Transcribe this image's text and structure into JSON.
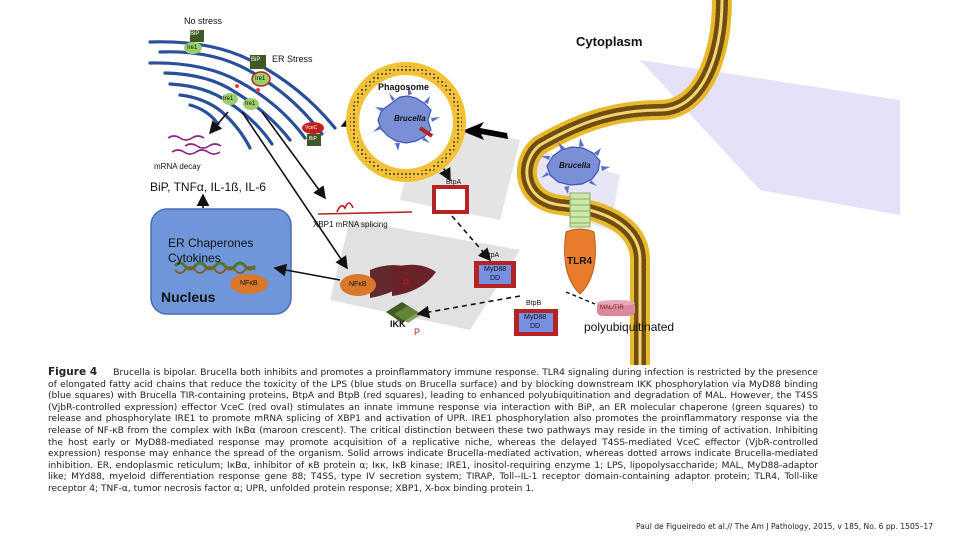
{
  "labels": {
    "no_stress": "No stress",
    "er_stress": "ER Stress",
    "cytoplasm": "Cytoplasm",
    "phagosome": "Phagosome",
    "brucella_1": "Brucella",
    "brucella_2": "Brucella",
    "mrna_decay": "mRNA decay",
    "cytokines_top": "BiP, TNFα, IL-1ß, IL-6",
    "xbp1_splicing": "XBP1 mRNA splicing",
    "er_chaperones": "ER Chaperones",
    "cytokines": "Cytokines",
    "nucleus": "Nucleus",
    "nfkb_nucleus": "NFκB",
    "nfkb_cyto": "NFκB",
    "p1": "P",
    "p2": "P",
    "ikk": "IKK",
    "btpa_1": "BtpA",
    "btpa_2": "BtpA",
    "btpb": "BtpB",
    "myd88_1": "MyD88",
    "dd_1": "DD",
    "myd88_2": "MyD88",
    "dd_2": "DD",
    "tlr4": "TLR4",
    "mal_tir": "MAL/TIR",
    "polyubiquitinated": "polyubiquitinated",
    "bip_1": "BiP",
    "ire1_1": "Ire1",
    "bip_2": "BiP",
    "ire1_2": "Ire1",
    "ire1_3": "Ire1",
    "ire1_4": "Ire1",
    "vcec": "VceC",
    "bip_3": "BiP"
  },
  "caption": {
    "figure_number": "Figure 4",
    "text": "Brucella is bipolar. Brucella both inhibits and promotes a proinflammatory immune response. TLR4 signaling during infection is restricted by the presence of elongated fatty acid chains that reduce the toxicity of the LPS (blue studs on Brucella surface) and by blocking downstream IKK phosphorylation via MyD88 binding (blue squares) with Brucella TIR-containing proteins, BtpA and BtpB (red squares), leading to enhanced polyubiquitination and degradation of MAL. However, the T4SS (VjbR-controlled expression) effector VceC (red oval) stimulates an innate immune response via interaction with BiP, an ER molecular chaperone (green squares) to release and phosphorylate IRE1 to promote mRNA splicing of XBP1 and activation of UPR. IRE1 phosphorylation also promotes the proinflammatory response via the release of NF-κB from the complex with IκBα (maroon crescent). The critical distinction between these two pathways may reside in the timing of activation. Inhibiting the host early or MyD88-mediated response may promote acquisition of a replicative niche, whereas the delayed T4SS-mediated VceC effector (VjbR-controlled expression) response may enhance the spread of the organism. Solid arrows indicate Brucella-mediated activation, whereas dotted arrows indicate Brucella-mediated inhibition. ER, endoplasmic reticulum; IκBα, inhibitor of κB protein α; Iκκ, IκB kinase; IRE1, inositol-requiring enzyme 1; LPS, lipopolysaccharide; MAL, MyD88-adaptor like; MYd88, myeloid differentiation response gene 88; T4SS, type IV secretion system; TIRAP, Toll--IL-1 receptor domain-containing adaptor protein; TLR4, Toll-like receptor 4; TNF-α, tumor necrosis factor α; UPR, unfolded protein response; XBP1, X-box binding protein 1."
  },
  "citation": "Paul de Figueiredo et al.// The Am J Pathology, 2015, v 185, No. 6 pp. 1505–17",
  "colors": {
    "er_membrane": "#2a4f9a",
    "nucleus_fill": "#6f96d8",
    "phagosome_ring": "#f2c232",
    "brucella_fill": "#7b8fd6",
    "btp_red": "#b52323",
    "myd88_blue": "#4a5fc8",
    "tlr4_orange": "#e87c2b",
    "membrane_yellow": "#e9b92d",
    "watermark_purple": "#cfc8f2"
  }
}
